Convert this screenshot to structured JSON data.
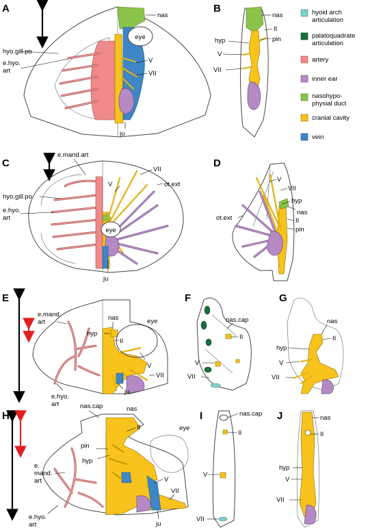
{
  "panels": {
    "A": {
      "label": "A",
      "nas": "nas",
      "hyo_gill_po": "hyo.gill.po",
      "e_hyo_art_1": "e.hyo.",
      "e_hyo_art_2": "art",
      "eye": "eye",
      "V": "V",
      "VII": "VII",
      "ju": "ju"
    },
    "B": {
      "label": "B",
      "nas": "nas",
      "II": "II",
      "hyp": "hyp",
      "pin": "pin",
      "V": "V",
      "VII": "VII"
    },
    "C": {
      "label": "C",
      "e_mand_art": "e.mand.art",
      "hyo_gill_po": "hyo.gill.po",
      "e_hyo_art_1": "e.hyo.",
      "e_hyo_art_2": "art",
      "VII": "VII",
      "V": "V",
      "ot_ext": "ot.ext",
      "eye": "eye",
      "ju": "ju"
    },
    "D": {
      "label": "D",
      "V": "V",
      "VII": "VII",
      "hyp": "hyp",
      "nas": "nas",
      "II": "II",
      "pin": "pin",
      "ot_ext": "ot.ext"
    },
    "E": {
      "label": "E",
      "e_mand_art_1": "e.mand.",
      "e_mand_art_2": "art",
      "nas": "nas",
      "eye": "eye",
      "hyp": "hyp",
      "II": "II",
      "V": "V",
      "VII": "VII",
      "ju": "ju",
      "e_hyo_art_1": "e.hyo.",
      "e_hyo_art_2": "art"
    },
    "F": {
      "label": "F",
      "nas_cap": "nas.cap",
      "II": "II",
      "V": "V",
      "VII": "VII"
    },
    "G": {
      "label": "G",
      "nas": "nas",
      "II": "II",
      "hyp": "hyp",
      "V": "V",
      "VII": "VII"
    },
    "H": {
      "label": "H",
      "nas_cap": "nas.cap",
      "nas": "nas",
      "II": "II",
      "eye": "eye",
      "pin": "pin",
      "hyp": "hyp",
      "e_mand_art_1": "e.",
      "e_mand_art_2": "mand.",
      "e_mand_art_3": "art",
      "V": "V",
      "VII": "VII",
      "e_hyo_art_1": "e.hyo.",
      "e_hyo_art_2": "art",
      "ju": "ju"
    },
    "I": {
      "label": "I",
      "nas_cap": "nas.cap",
      "II": "II",
      "V": "V",
      "VII": "VII"
    },
    "J": {
      "label": "J",
      "nas": "nas",
      "II": "II",
      "hyp": "hyp",
      "V": "V",
      "VII": "VII"
    }
  },
  "legend": {
    "items": [
      {
        "lines": [
          "hyoid arch",
          "articulation"
        ],
        "color": "#7fd0c8",
        "icon": "teal-square"
      },
      {
        "lines": [
          "palatoquadrate",
          "articulation"
        ],
        "color": "#1a6e3a",
        "icon": "darkgreen-square"
      },
      {
        "lines": [
          "artery"
        ],
        "color": "#f08a8a",
        "icon": "pink-square"
      },
      {
        "lines": [
          "inner ear"
        ],
        "color": "#b58ac4",
        "icon": "purple-square"
      },
      {
        "lines": [
          "nasohypo-",
          "physial duct"
        ],
        "color": "#8ac44a",
        "icon": "green-square"
      },
      {
        "lines": [
          "cranial cavity"
        ],
        "color": "#f7c31c",
        "icon": "yellow-square"
      },
      {
        "lines": [
          "vein"
        ],
        "color": "#3f86c6",
        "icon": "blue-square"
      }
    ]
  },
  "colors": {
    "artery": "#f08a8a",
    "ear": "#b58ac4",
    "nasal": "#8ac44a",
    "cranial": "#f7c31c",
    "vein": "#3f86c6",
    "teal": "#7fd0c8",
    "darkgreen": "#1a6e3a",
    "scale_red": "#e02020"
  }
}
